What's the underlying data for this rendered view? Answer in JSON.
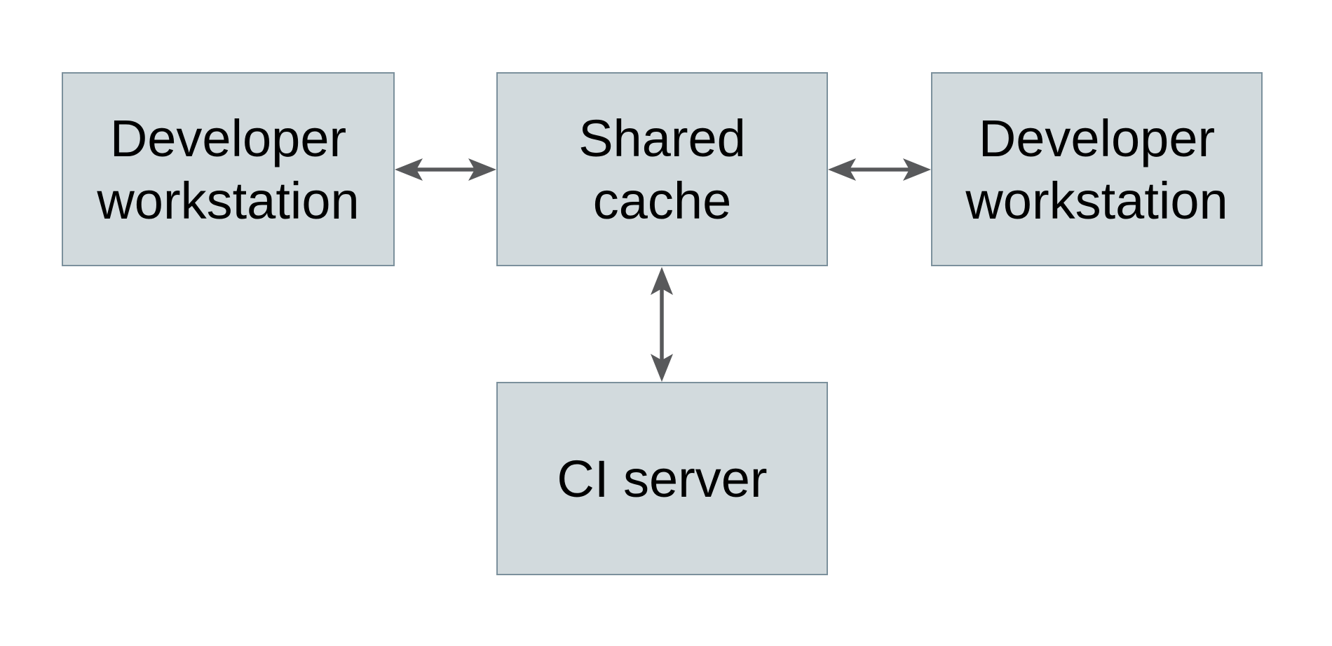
{
  "diagram": {
    "nodes": [
      {
        "id": "developer-workstation-left",
        "label": "Developer\nworkstation"
      },
      {
        "id": "shared-cache",
        "label": "Shared\ncache"
      },
      {
        "id": "developer-workstation-right",
        "label": "Developer\nworkstation"
      },
      {
        "id": "ci-server",
        "label": "CI server"
      }
    ],
    "connections": [
      {
        "from": "developer-workstation-left",
        "to": "shared-cache",
        "type": "bidirectional",
        "orientation": "horizontal"
      },
      {
        "from": "shared-cache",
        "to": "developer-workstation-right",
        "type": "bidirectional",
        "orientation": "horizontal"
      },
      {
        "from": "shared-cache",
        "to": "ci-server",
        "type": "bidirectional",
        "orientation": "vertical"
      }
    ],
    "colors": {
      "background": "#ffffff",
      "node_fill": "#d2dadd",
      "node_border": "#7b909c",
      "arrow": "#58595b",
      "text": "#000000"
    }
  }
}
